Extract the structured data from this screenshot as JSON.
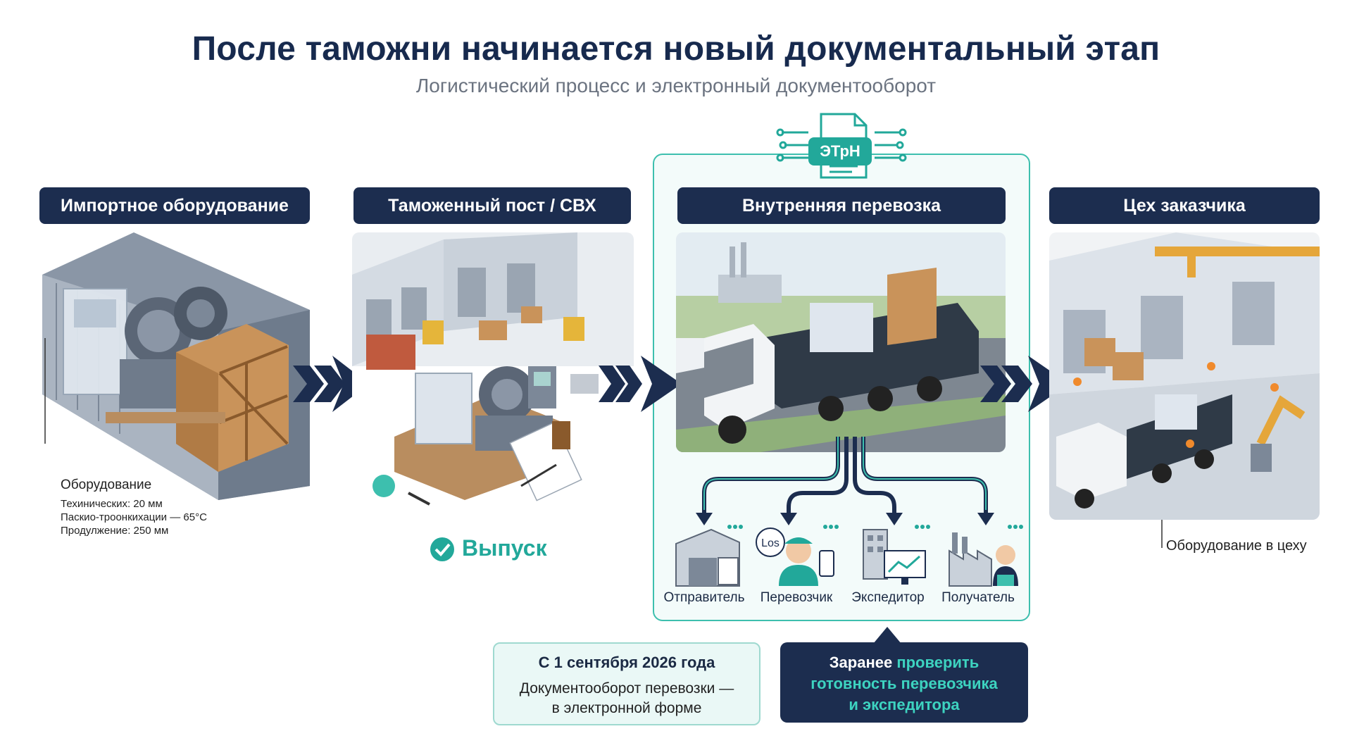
{
  "header": {
    "title": "После таможни начинается новый документальный этап",
    "subtitle": "Логистический процесс и электронный документооборот"
  },
  "stages": [
    {
      "label": "Импортное оборудование"
    },
    {
      "label": "Таможенный пост / СВХ"
    },
    {
      "label": "Внутренняя перевозка"
    },
    {
      "label": "Цех заказчика"
    }
  ],
  "equipment_note": {
    "title": "Оборудование",
    "lines": [
      "Техинических: 20 мм",
      "Паскио-троонкихации — 65°С",
      "Продулжение: 250 мм"
    ]
  },
  "release": {
    "label": "Выпуск"
  },
  "etrn": {
    "badge": "ЭТрН"
  },
  "participants": [
    {
      "label": "Отправитель",
      "icon": "warehouse-icon"
    },
    {
      "label": "Перевозчик",
      "icon": "driver-icon",
      "logo": "Los"
    },
    {
      "label": "Экспедитор",
      "icon": "office-icon"
    },
    {
      "label": "Получатель",
      "icon": "factory-icon"
    }
  ],
  "workshop_caption": "Оборудование в цеху",
  "note_date": {
    "title": "С 1 сентября 2026 года",
    "line1": "Документооборот перевозки —",
    "line2": "в электронной форме"
  },
  "note_check": {
    "prefix": "Заранее ",
    "highlight1": "проверить",
    "highlight2": "готовность перевозчика",
    "highlight3": "и экспедитора"
  },
  "colors": {
    "navy": "#1c2d4f",
    "teal": "#22a89a",
    "teal_light": "#3dbfae"
  }
}
